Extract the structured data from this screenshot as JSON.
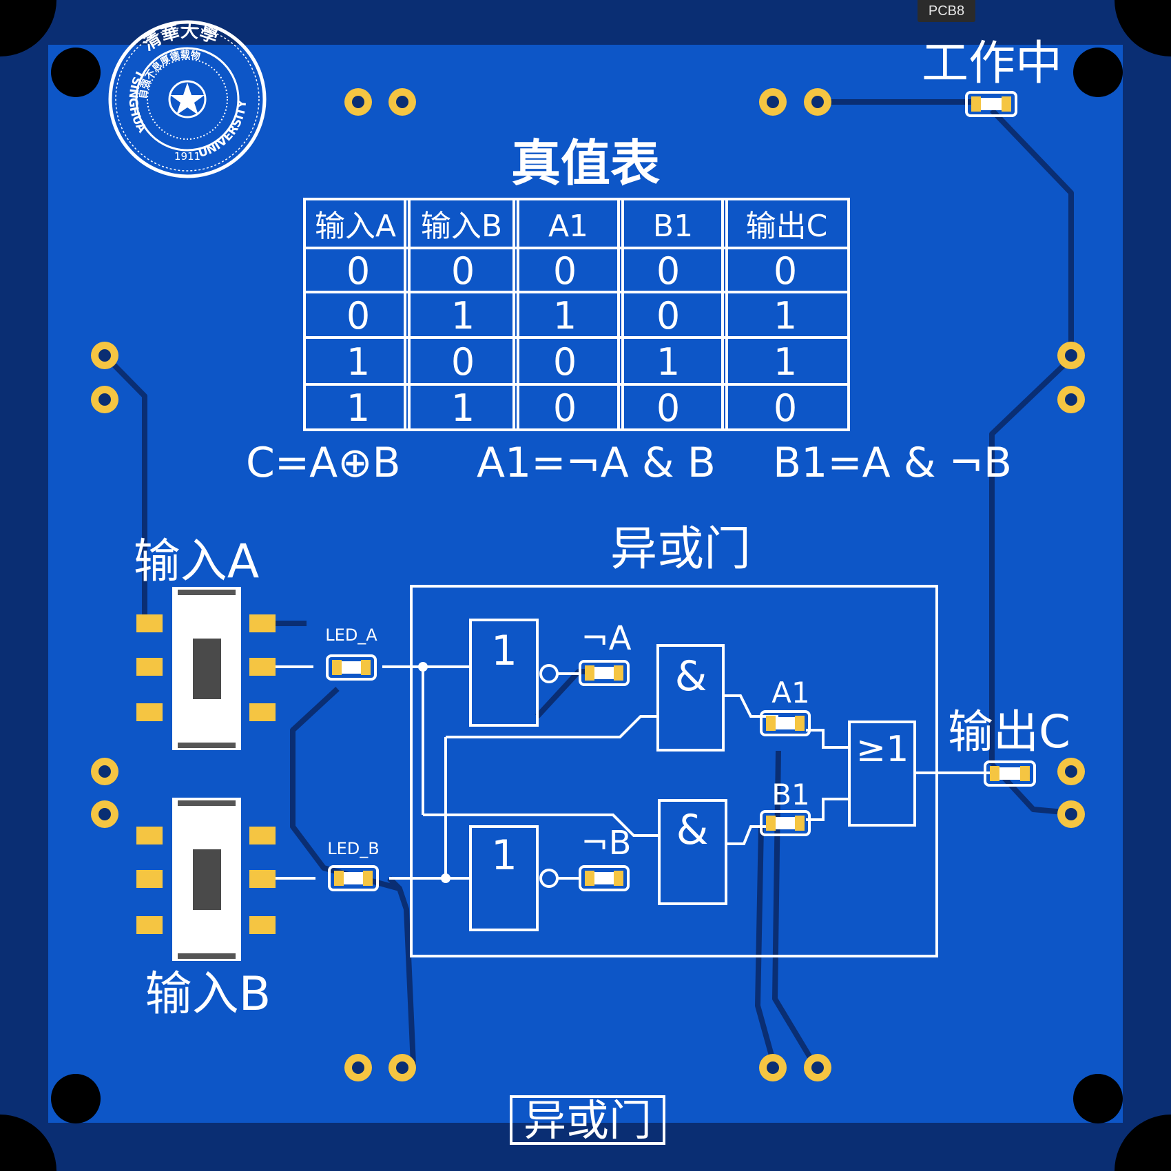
{
  "layer_tag": "PCB8",
  "status_label": "工作中",
  "logo": {
    "top_text": "清華大學",
    "left_text": "TSINGHUA",
    "right_text": "UNIVERSITY",
    "year": "1911",
    "inner_text": "自强不息厚德载物"
  },
  "truth_table": {
    "title": "真值表",
    "headers": [
      "输入A",
      "输入B",
      "A1",
      "B1",
      "输出C"
    ],
    "rows": [
      [
        "0",
        "0",
        "0",
        "0",
        "0"
      ],
      [
        "0",
        "1",
        "1",
        "0",
        "1"
      ],
      [
        "1",
        "0",
        "0",
        "1",
        "1"
      ],
      [
        "1",
        "1",
        "0",
        "0",
        "0"
      ]
    ]
  },
  "formulas": {
    "c": "C=A⊕B",
    "a1": "A1=¬A & B",
    "b1": "B1=A & ¬B"
  },
  "circuit": {
    "title": "异或门",
    "not_symbol": "1",
    "and_symbol": "&",
    "or_symbol": "≥1",
    "not_a_label": "¬A",
    "not_b_label": "¬B",
    "a1_label": "A1",
    "b1_label": "B1"
  },
  "switch_a_label": "输入A",
  "switch_b_label": "输入B",
  "led_a_label": "LED_A",
  "led_b_label": "LED_B",
  "output_label": "输出C",
  "bottom_label": "异或门",
  "colors": {
    "board": "#0d56c7",
    "outline": "#0a2e73",
    "trace": "#0a2e73",
    "silk": "#ffffff",
    "pad": "#f5c542",
    "hole": "#000000"
  }
}
